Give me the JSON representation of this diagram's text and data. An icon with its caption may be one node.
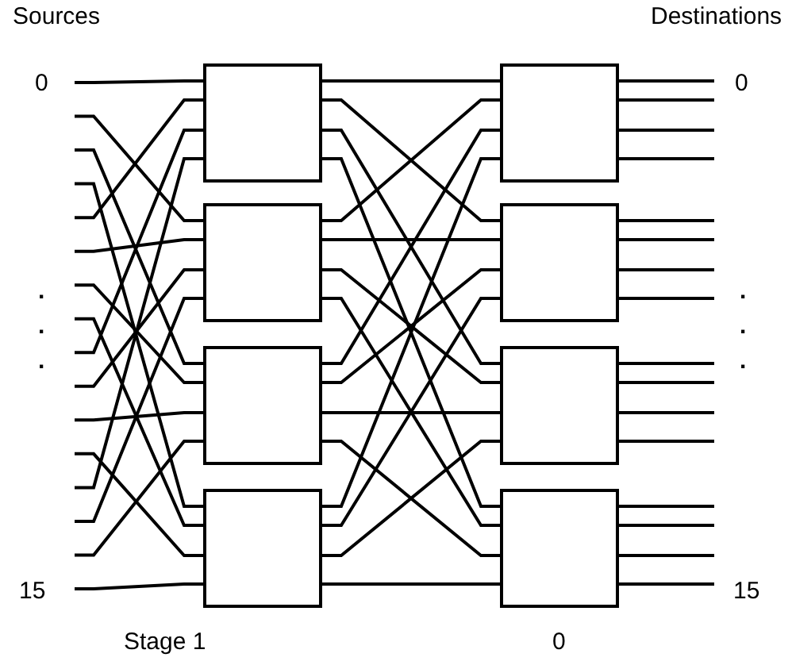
{
  "diagram": {
    "nodes": [
      {
        "text": [],
        "shape": "box"
      },
      {
        "text": [],
        "shape": "box"
      },
      {
        "text": [],
        "shape": "box"
      },
      {
        "text": [],
        "shape": "box"
      },
      {
        "text": [],
        "shape": "box"
      },
      {
        "text": [],
        "shape": "box"
      },
      {
        "text": [],
        "shape": "box"
      },
      {
        "text": [],
        "shape": "box"
      }
    ],
    "edges": [
      {
        "from": null,
        "to": 0,
        "arrow": "none"
      },
      {
        "from": null,
        "to": 1,
        "arrow": "none"
      },
      {
        "from": null,
        "to": 2,
        "arrow": "none"
      },
      {
        "from": null,
        "to": 3,
        "arrow": "none"
      },
      {
        "from": null,
        "to": 0,
        "arrow": "none"
      },
      {
        "from": null,
        "to": 1,
        "arrow": "none"
      },
      {
        "from": null,
        "to": 2,
        "arrow": "none"
      },
      {
        "from": null,
        "to": 3,
        "arrow": "none"
      },
      {
        "from": null,
        "to": 0,
        "arrow": "none"
      },
      {
        "from": null,
        "to": 1,
        "arrow": "none"
      },
      {
        "from": null,
        "to": 2,
        "arrow": "none"
      },
      {
        "from": null,
        "to": 3,
        "arrow": "none"
      },
      {
        "from": null,
        "to": 0,
        "arrow": "none"
      },
      {
        "from": null,
        "to": 1,
        "arrow": "none"
      },
      {
        "from": null,
        "to": 2,
        "arrow": "none"
      },
      {
        "from": null,
        "to": 3,
        "arrow": "none"
      },
      {
        "from": 0,
        "to": 4,
        "arrow": "none"
      },
      {
        "from": 0,
        "to": 5,
        "arrow": "none"
      },
      {
        "from": 0,
        "to": 6,
        "arrow": "none"
      },
      {
        "from": 0,
        "to": 7,
        "arrow": "none"
      },
      {
        "from": 1,
        "to": 4,
        "arrow": "none"
      },
      {
        "from": 1,
        "to": 5,
        "arrow": "none"
      },
      {
        "from": 1,
        "to": 6,
        "arrow": "none"
      },
      {
        "from": 1,
        "to": 7,
        "arrow": "none"
      },
      {
        "from": 2,
        "to": 4,
        "arrow": "none"
      },
      {
        "from": 2,
        "to": 5,
        "arrow": "none"
      },
      {
        "from": 2,
        "to": 6,
        "arrow": "none"
      },
      {
        "from": 2,
        "to": 7,
        "arrow": "none"
      },
      {
        "from": 3,
        "to": 4,
        "arrow": "none"
      },
      {
        "from": 3,
        "to": 5,
        "arrow": "none"
      },
      {
        "from": 3,
        "to": 6,
        "arrow": "none"
      },
      {
        "from": 3,
        "to": 7,
        "arrow": "none"
      },
      {
        "from": 4,
        "to": null,
        "arrow": "none"
      },
      {
        "from": 4,
        "to": null,
        "arrow": "none"
      },
      {
        "from": 4,
        "to": null,
        "arrow": "none"
      },
      {
        "from": 4,
        "to": null,
        "arrow": "none"
      },
      {
        "from": 5,
        "to": null,
        "arrow": "none"
      },
      {
        "from": 5,
        "to": null,
        "arrow": "none"
      },
      {
        "from": 5,
        "to": null,
        "arrow": "none"
      },
      {
        "from": 5,
        "to": null,
        "arrow": "none"
      },
      {
        "from": 6,
        "to": null,
        "arrow": "none"
      },
      {
        "from": 6,
        "to": null,
        "arrow": "none"
      },
      {
        "from": 6,
        "to": null,
        "arrow": "none"
      },
      {
        "from": 6,
        "to": null,
        "arrow": "none"
      },
      {
        "from": 7,
        "to": null,
        "arrow": "none"
      },
      {
        "from": 7,
        "to": null,
        "arrow": "none"
      },
      {
        "from": 7,
        "to": null,
        "arrow": "none"
      },
      {
        "from": 7,
        "to": null,
        "arrow": "none"
      }
    ],
    "labels": [
      "Sources",
      "Destinations",
      "0",
      "0",
      ".",
      ".",
      ".",
      ".",
      ".",
      ".",
      "15",
      "15",
      "Stage 1",
      "0"
    ]
  }
}
